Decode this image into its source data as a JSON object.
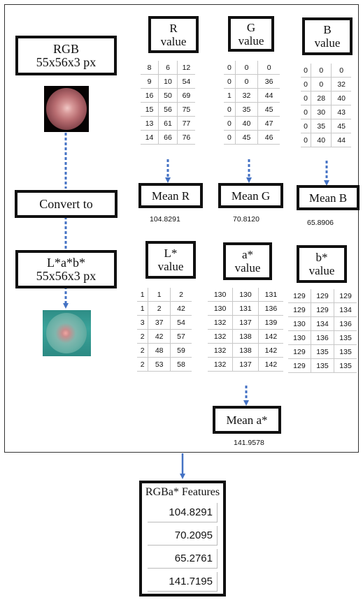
{
  "left_column": {
    "rgb_box": [
      "RGB",
      "55x56x3 px"
    ],
    "convert_box": "Convert to",
    "lab_box": [
      "L*a*b*",
      "55x56x3 px"
    ]
  },
  "r_section": {
    "title": [
      "R",
      "value"
    ],
    "rows": [
      [
        8,
        6,
        12
      ],
      [
        9,
        10,
        54
      ],
      [
        16,
        50,
        69
      ],
      [
        15,
        56,
        75
      ],
      [
        13,
        61,
        77
      ],
      [
        14,
        66,
        76
      ]
    ],
    "mean_label": "Mean R",
    "mean_value": "104.8291"
  },
  "g_section": {
    "title": [
      "G",
      "value"
    ],
    "rows": [
      [
        0,
        0,
        0
      ],
      [
        0,
        0,
        36
      ],
      [
        1,
        32,
        44
      ],
      [
        0,
        35,
        45
      ],
      [
        0,
        40,
        47
      ],
      [
        0,
        45,
        46
      ]
    ],
    "mean_label": "Mean G",
    "mean_value": "70.8120"
  },
  "b_section": {
    "title": [
      "B",
      "value"
    ],
    "rows": [
      [
        0,
        0,
        0
      ],
      [
        0,
        0,
        32
      ],
      [
        0,
        28,
        40
      ],
      [
        0,
        30,
        43
      ],
      [
        0,
        35,
        45
      ],
      [
        0,
        40,
        44
      ]
    ],
    "mean_label": "Mean B",
    "mean_value": "65.8906"
  },
  "l_section": {
    "title": [
      "L*",
      "value"
    ],
    "rows": [
      [
        1,
        1,
        2
      ],
      [
        1,
        2,
        42
      ],
      [
        3,
        37,
        54
      ],
      [
        2,
        42,
        57
      ],
      [
        2,
        48,
        59
      ],
      [
        2,
        53,
        58
      ]
    ]
  },
  "a_section": {
    "title": [
      "a*",
      "value"
    ],
    "rows": [
      [
        130,
        130,
        131
      ],
      [
        130,
        131,
        136
      ],
      [
        132,
        137,
        139
      ],
      [
        132,
        138,
        142
      ],
      [
        132,
        138,
        142
      ],
      [
        132,
        137,
        142
      ]
    ],
    "mean_label": "Mean a*",
    "mean_value": "141.9578"
  },
  "bstar_section": {
    "title": [
      "b*",
      "value"
    ],
    "rows": [
      [
        129,
        129,
        129
      ],
      [
        129,
        129,
        134
      ],
      [
        130,
        134,
        136
      ],
      [
        130,
        136,
        135
      ],
      [
        129,
        135,
        135
      ],
      [
        129,
        135,
        135
      ]
    ]
  },
  "features": {
    "title": "RGBa* Features",
    "values": [
      "104.8291",
      "70.2095",
      "65.2761",
      "141.7195"
    ]
  },
  "colors": {
    "arrow": "#4472c4",
    "border": "#111111"
  }
}
